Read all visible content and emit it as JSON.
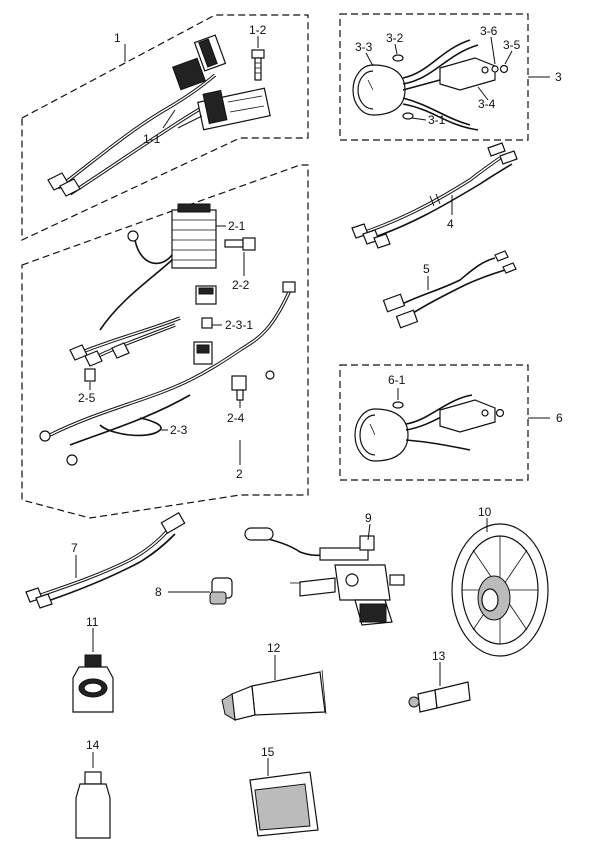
{
  "callouts": {
    "c1": "1",
    "c1_1": "1-1",
    "c1_2": "1-2",
    "c2": "2",
    "c2_1": "2-1",
    "c2_2": "2-2",
    "c2_3": "2-3",
    "c2_3_1": "2-3-1",
    "c2_4": "2-4",
    "c2_5": "2-5",
    "c3": "3",
    "c3_1": "3-1",
    "c3_2": "3-2",
    "c3_3": "3-3",
    "c3_4": "3-4",
    "c3_5": "3-5",
    "c3_6": "3-6",
    "c4": "4",
    "c5": "5",
    "c6": "6",
    "c6_1": "6-1",
    "c7": "7",
    "c8": "8",
    "c9": "9",
    "c10": "10",
    "c11": "11",
    "c12": "12",
    "c13": "13",
    "c14": "14",
    "c15": "15"
  },
  "colors": {
    "ink": "#111111",
    "paper": "#ffffff"
  }
}
